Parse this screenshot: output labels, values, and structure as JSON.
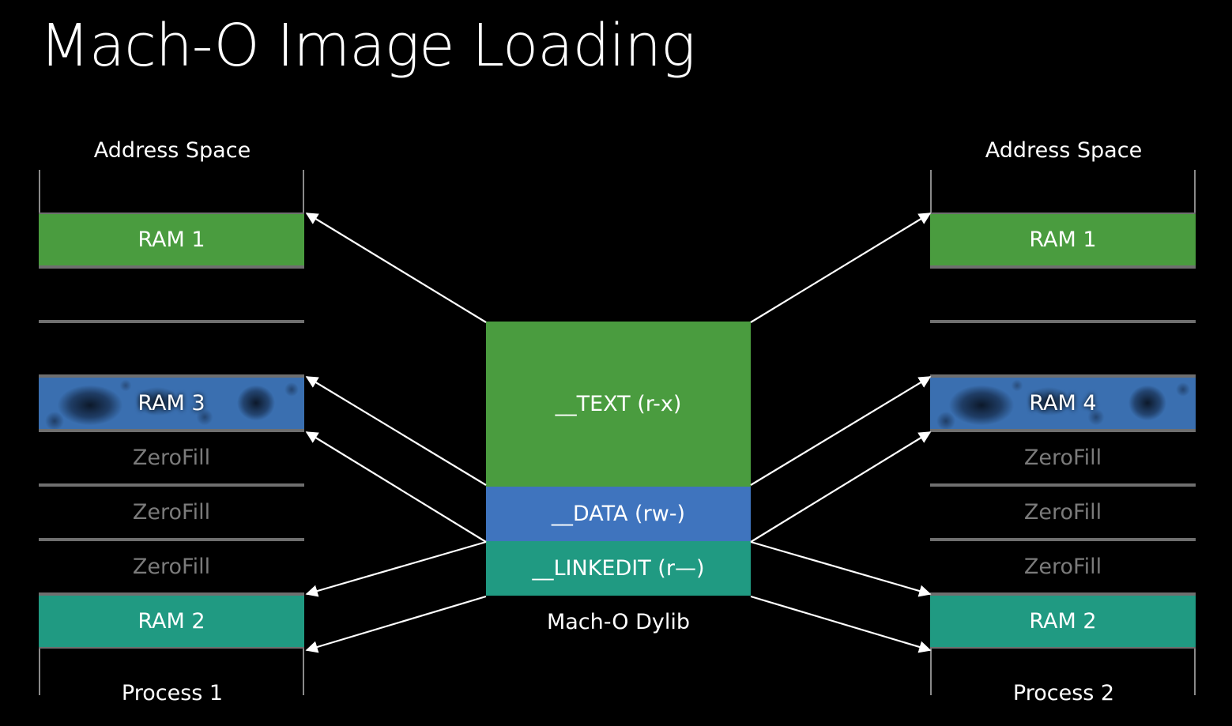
{
  "title": "Mach-O Image Loading",
  "process1": {
    "header": "Address Space",
    "footer": "Process 1",
    "cells": [
      "RAM 1",
      "",
      "",
      "RAM 3",
      "ZeroFill",
      "ZeroFill",
      "ZeroFill",
      "RAM 2"
    ]
  },
  "process2": {
    "header": "Address Space",
    "footer": "Process 2",
    "cells": [
      "RAM 1",
      "",
      "",
      "RAM 4",
      "ZeroFill",
      "ZeroFill",
      "ZeroFill",
      "RAM 2"
    ]
  },
  "dylib": {
    "text_segment": "__TEXT (r-x)",
    "data_segment": "__DATA (rw-)",
    "linkedit_segment": "__LINKEDIT (r—)",
    "caption": "Mach-O Dylib"
  },
  "colors": {
    "text_green": "#4a9c3f",
    "data_blue": "#3f74be",
    "linkedit_teal": "#209a82",
    "zerofill_gray": "#7b7b7b"
  }
}
